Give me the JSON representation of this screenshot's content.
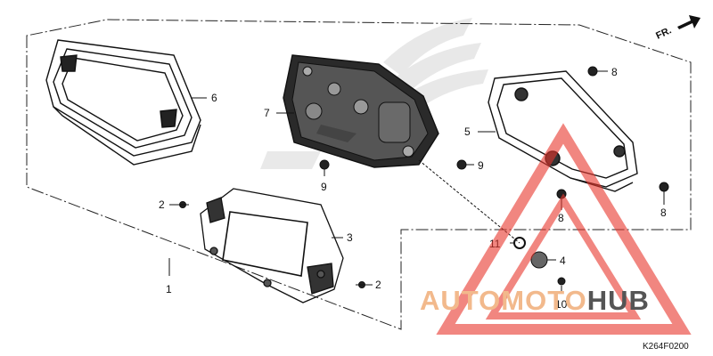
{
  "diagram": {
    "direction_label": "FR.",
    "drawing_code": "K264F0200",
    "callouts": {
      "c1": "1",
      "c2a": "2",
      "c2b": "2",
      "c3": "3",
      "c4": "4",
      "c5": "5",
      "c6": "6",
      "c7": "7",
      "c8a": "8",
      "c8b": "8",
      "c8c": "8",
      "c9a": "9",
      "c9b": "9",
      "c10": "10",
      "c11": "11"
    }
  },
  "watermark": {
    "part1": "AUTOMOTO",
    "part2": "HUB",
    "colors": {
      "accent": "#f2b98c",
      "dark": "#555555",
      "triangle": "#e8362d"
    }
  },
  "background_logo_icon": "honda-wing-logo"
}
